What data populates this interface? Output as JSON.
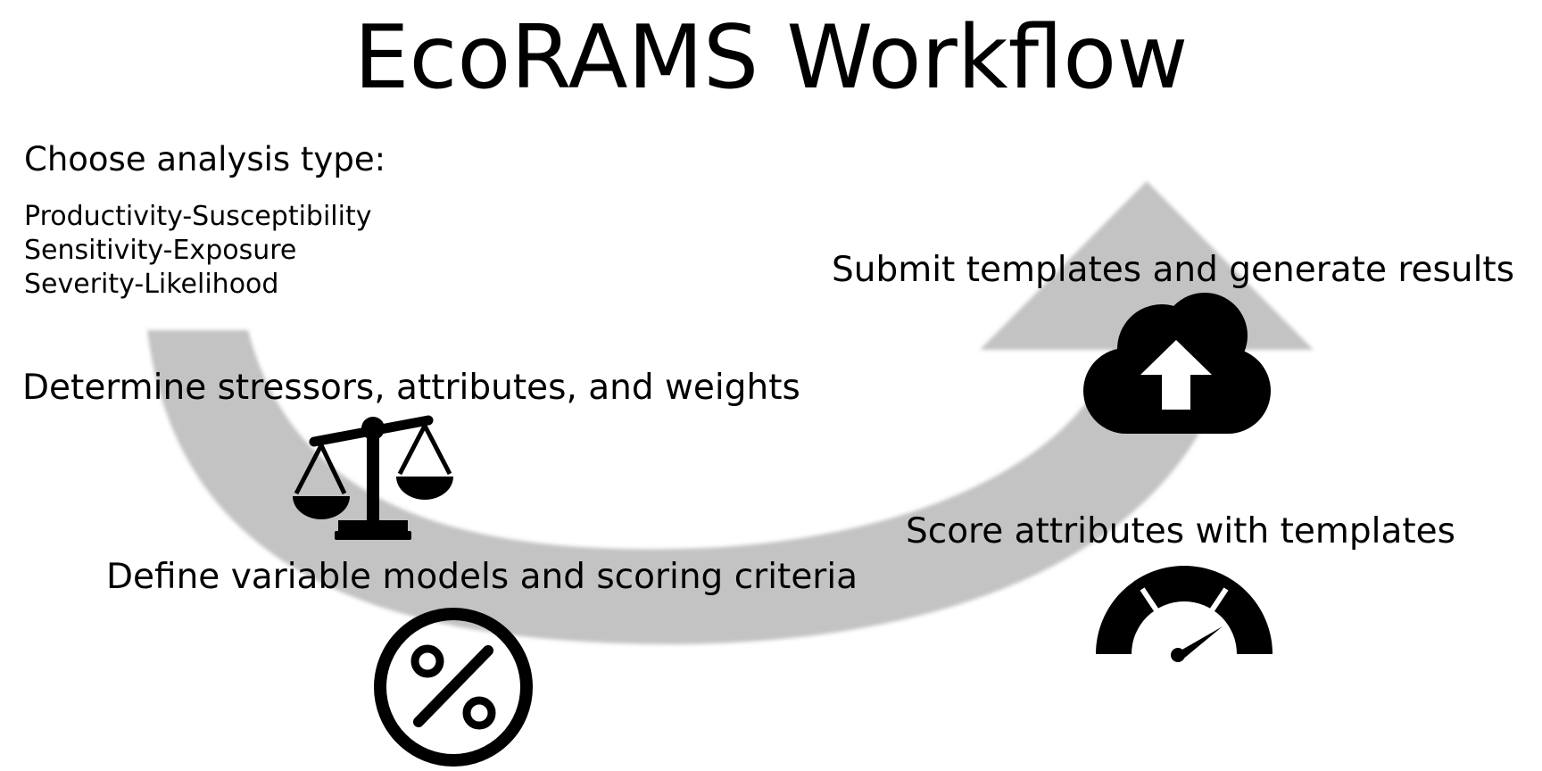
{
  "title": "EcoRAMS Workflow",
  "analysis": {
    "heading": "Choose analysis type:",
    "types": [
      "Productivity-Susceptibility",
      "Sensitivity-Exposure",
      "Severity-Likelihood"
    ]
  },
  "steps": {
    "determine": "Determine stressors, attributes, and weights",
    "define": "Define variable models and scoring criteria",
    "score": "Score attributes with templates",
    "submit": "Submit templates and generate results"
  },
  "colors": {
    "arrow": "#c3c3c3",
    "icon": "#000000",
    "text": "#000000",
    "background": "#ffffff"
  },
  "icons": {
    "determine": "scale-icon",
    "define": "percent-icon",
    "score": "speedometer-icon",
    "submit": "cloud-upload-icon"
  }
}
